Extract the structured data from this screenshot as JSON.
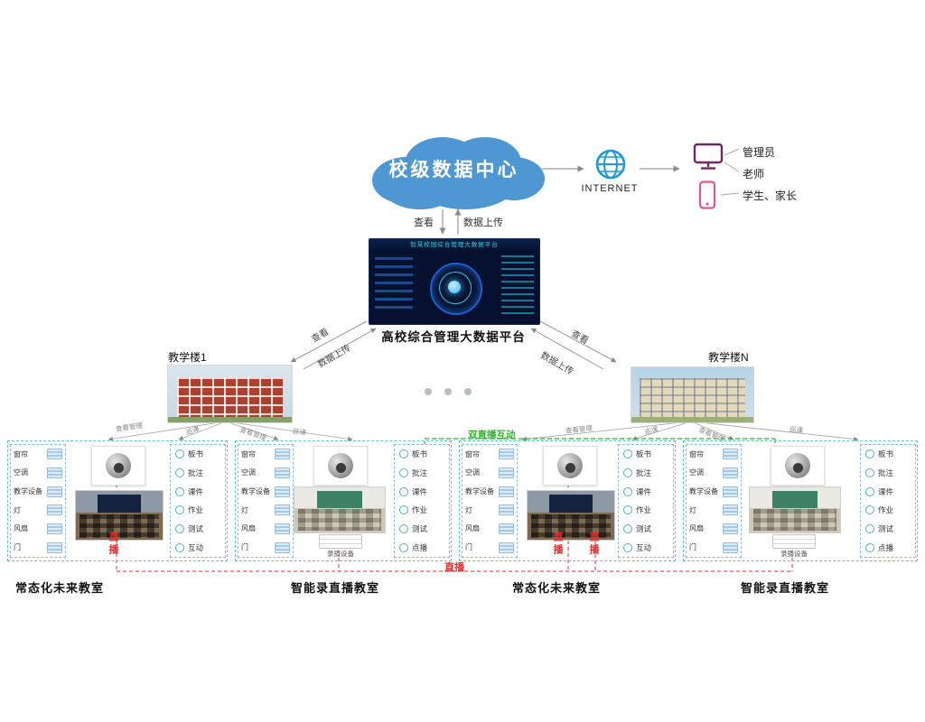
{
  "cloud": {
    "label": "校级数据中心"
  },
  "internet": {
    "label": "INTERNET"
  },
  "users": {
    "admin": "管理员",
    "teacher": "老师",
    "students": "学生、家长"
  },
  "platform": {
    "screen_title": "智慧校园综合管理大数据平台",
    "caption": "高校综合管理大数据平台"
  },
  "links": {
    "view": "查看",
    "upload": "数据上传",
    "manage": "查看管理",
    "patrol": "巡课",
    "dual_live": "双直播互动",
    "live": "直播"
  },
  "buildings": {
    "left": "教学楼1",
    "right": "教学楼N"
  },
  "classrooms": [
    {
      "name": "常态化未来教室",
      "devices": [
        "窗帘",
        "空调",
        "教学设备",
        "灯",
        "风扇",
        "门"
      ],
      "functions": [
        "板书",
        "批注",
        "课件",
        "作业",
        "测试",
        "互动"
      ]
    },
    {
      "name": "智能录直播教室",
      "devices": [
        "窗帘",
        "空调",
        "教学设备",
        "灯",
        "风扇",
        "门"
      ],
      "functions": [
        "板书",
        "批注",
        "课件",
        "作业",
        "测试",
        "点播"
      ],
      "recorder": "录播设备"
    },
    {
      "name": "常态化未来教室",
      "devices": [
        "窗帘",
        "空调",
        "教学设备",
        "灯",
        "风扇",
        "门"
      ],
      "functions": [
        "板书",
        "批注",
        "课件",
        "作业",
        "测试",
        "互动"
      ]
    },
    {
      "name": "智能录直播教室",
      "devices": [
        "窗帘",
        "空调",
        "教学设备",
        "灯",
        "风扇",
        "门"
      ],
      "functions": [
        "板书",
        "批注",
        "课件",
        "作业",
        "测试",
        "点播"
      ],
      "recorder": "录播设备"
    }
  ]
}
